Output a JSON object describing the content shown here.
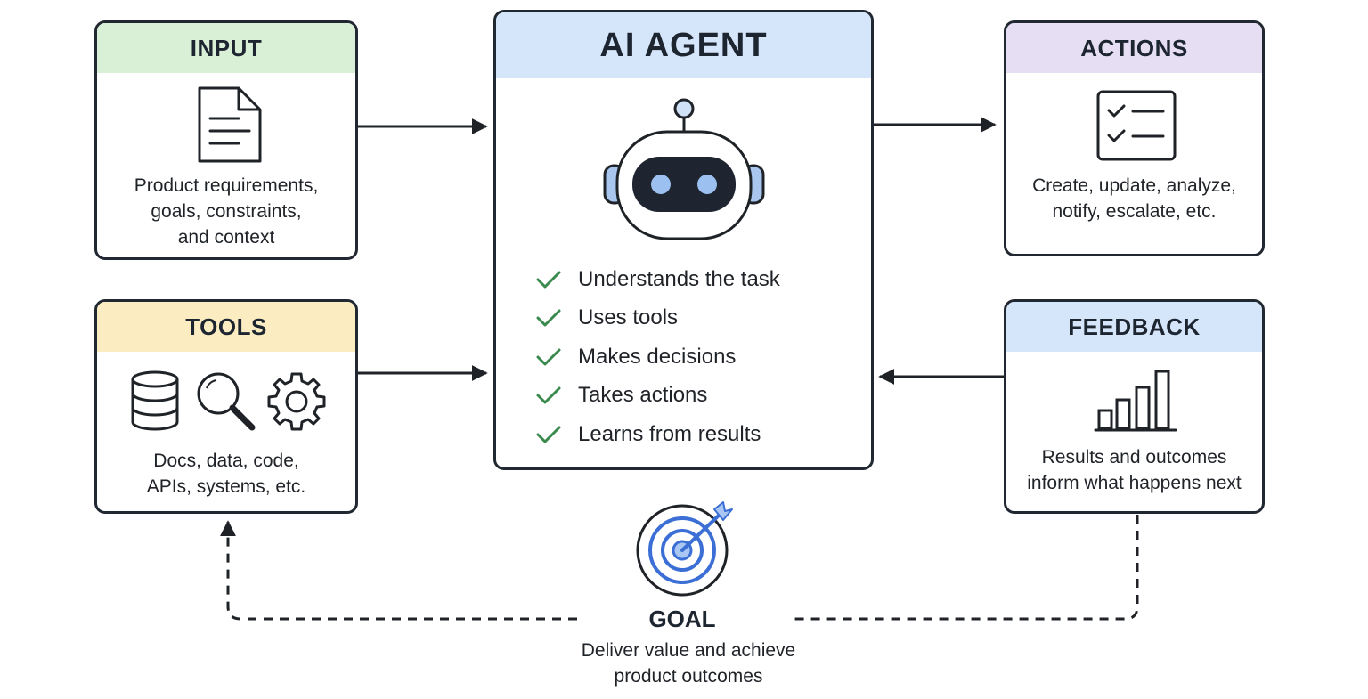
{
  "diagram": {
    "input": {
      "title": "INPUT",
      "icon": "document-icon",
      "lines": [
        "Product requirements,",
        "goals, constraints,",
        "and context"
      ]
    },
    "tools": {
      "title": "TOOLS",
      "icons": [
        "database-icon",
        "search-icon",
        "gear-icon"
      ],
      "lines": [
        "Docs, data, code,",
        "APIs, systems, etc."
      ]
    },
    "agent": {
      "title": "AI AGENT",
      "icon": "robot-icon",
      "capabilities": [
        "Understands the task",
        "Uses tools",
        "Makes decisions",
        "Takes actions",
        "Learns from results"
      ]
    },
    "actions": {
      "title": "ACTIONS",
      "icon": "checklist-icon",
      "lines": [
        "Create, update, analyze,",
        "notify, escalate, etc."
      ]
    },
    "feedback": {
      "title": "FEEDBACK",
      "icon": "bar-chart-icon",
      "lines": [
        "Results and outcomes",
        "inform what happens next"
      ]
    },
    "goal": {
      "title": "GOAL",
      "icon": "target-icon",
      "lines": [
        "Deliver value and achieve",
        "product outcomes"
      ]
    }
  },
  "colors": {
    "input_header": "#d9efd6",
    "tools_header": "#fbecc2",
    "agent_header": "#d5e5fa",
    "actions_header": "#e6dff4",
    "feedback_header": "#d5e5fa",
    "check": "#3a8a4e",
    "accent_blue": "#3b6fd6",
    "outline": "#222831"
  }
}
